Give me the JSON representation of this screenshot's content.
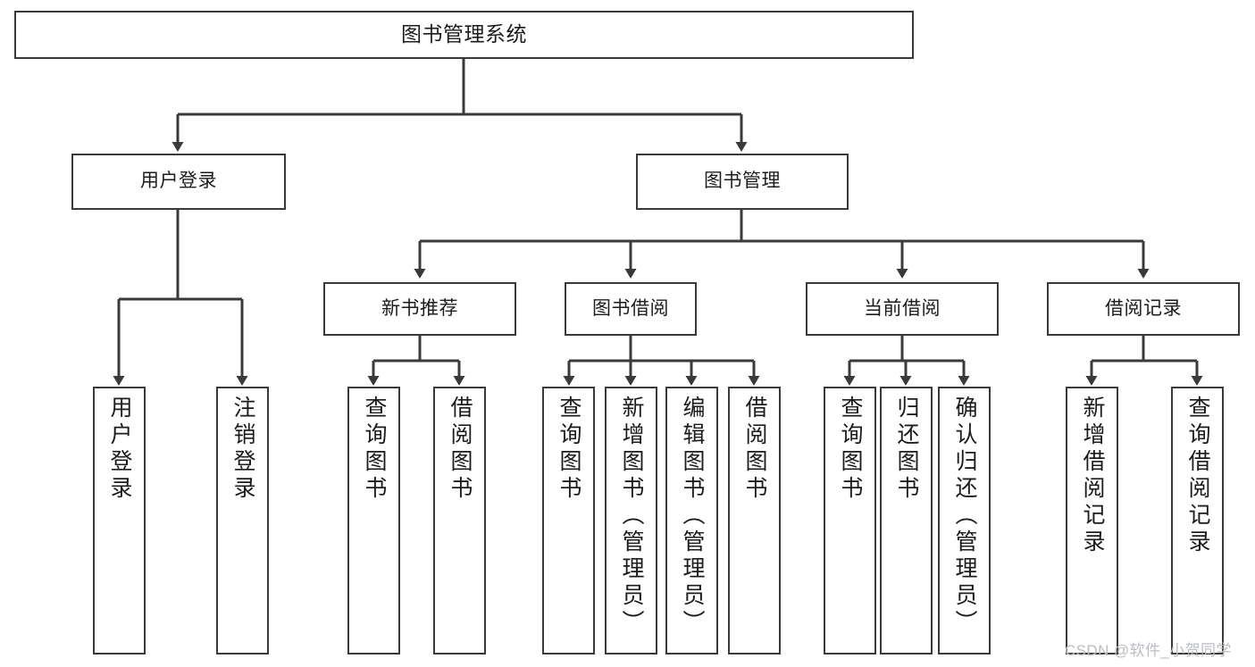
{
  "diagram": {
    "title": "图书管理系统",
    "type": "tree-structure-chart",
    "edge_color": "#3a3a3a",
    "box_border_color": "#3a3a3a",
    "box_fill": "#ffffff",
    "text_color": "#1c1c1c"
  },
  "nodes": {
    "root": {
      "label": "图书管理系统"
    },
    "level1": [
      {
        "id": "user-login",
        "label": "用户登录"
      },
      {
        "id": "book-manage",
        "label": "图书管理"
      }
    ],
    "level2": [
      {
        "id": "new-book-recommend",
        "label": "新书推荐"
      },
      {
        "id": "book-borrow",
        "label": "图书借阅"
      },
      {
        "id": "current-borrow",
        "label": "当前借阅"
      },
      {
        "id": "borrow-record",
        "label": "借阅记录"
      }
    ],
    "leaves": {
      "user_login": [
        {
          "id": "leaf-user-login",
          "label": "用户登录"
        },
        {
          "id": "leaf-logout-login",
          "label": "注销登录"
        }
      ],
      "new_book_recommend": [
        {
          "id": "leaf-query-book-1",
          "label": "查询图书"
        },
        {
          "id": "leaf-borrow-book-1",
          "label": "借阅图书"
        }
      ],
      "book_borrow": [
        {
          "id": "leaf-query-book-2",
          "label": "查询图书"
        },
        {
          "id": "leaf-add-book-admin",
          "label": "新增图书（管理员）"
        },
        {
          "id": "leaf-edit-book-admin",
          "label": "编辑图书（管理员）"
        },
        {
          "id": "leaf-borrow-book-2",
          "label": "借阅图书"
        }
      ],
      "current_borrow": [
        {
          "id": "leaf-query-book-3",
          "label": "查询图书"
        },
        {
          "id": "leaf-return-book",
          "label": "归还图书"
        },
        {
          "id": "leaf-confirm-return-admin",
          "label": "确认归还（管理员）"
        }
      ],
      "borrow_record": [
        {
          "id": "leaf-add-borrow-record",
          "label": "新增借阅记录"
        },
        {
          "id": "leaf-query-borrow-record",
          "label": "查询借阅记录"
        }
      ]
    }
  },
  "watermark": {
    "text": "CSDN @软件_小贺同学"
  }
}
